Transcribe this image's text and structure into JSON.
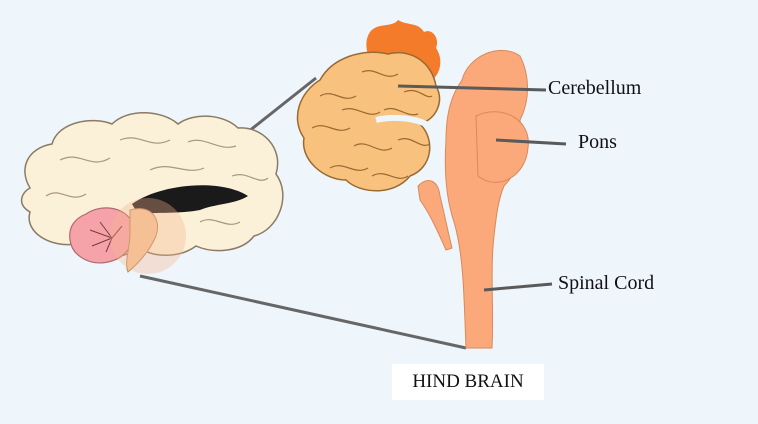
{
  "labels": {
    "cerebellum": "Cerebellum",
    "pons": "Pons",
    "spinal_cord": "Spinal Cord"
  },
  "title": "HIND BRAIN",
  "colors": {
    "background": "#eef6fc",
    "cerebrum": "#fbf0d8",
    "cerebellum": "#f8c27e",
    "cerebellum_top": "#f47b2a",
    "brainstem": "#fba97a",
    "pointer_line": "#5a5a5a"
  }
}
